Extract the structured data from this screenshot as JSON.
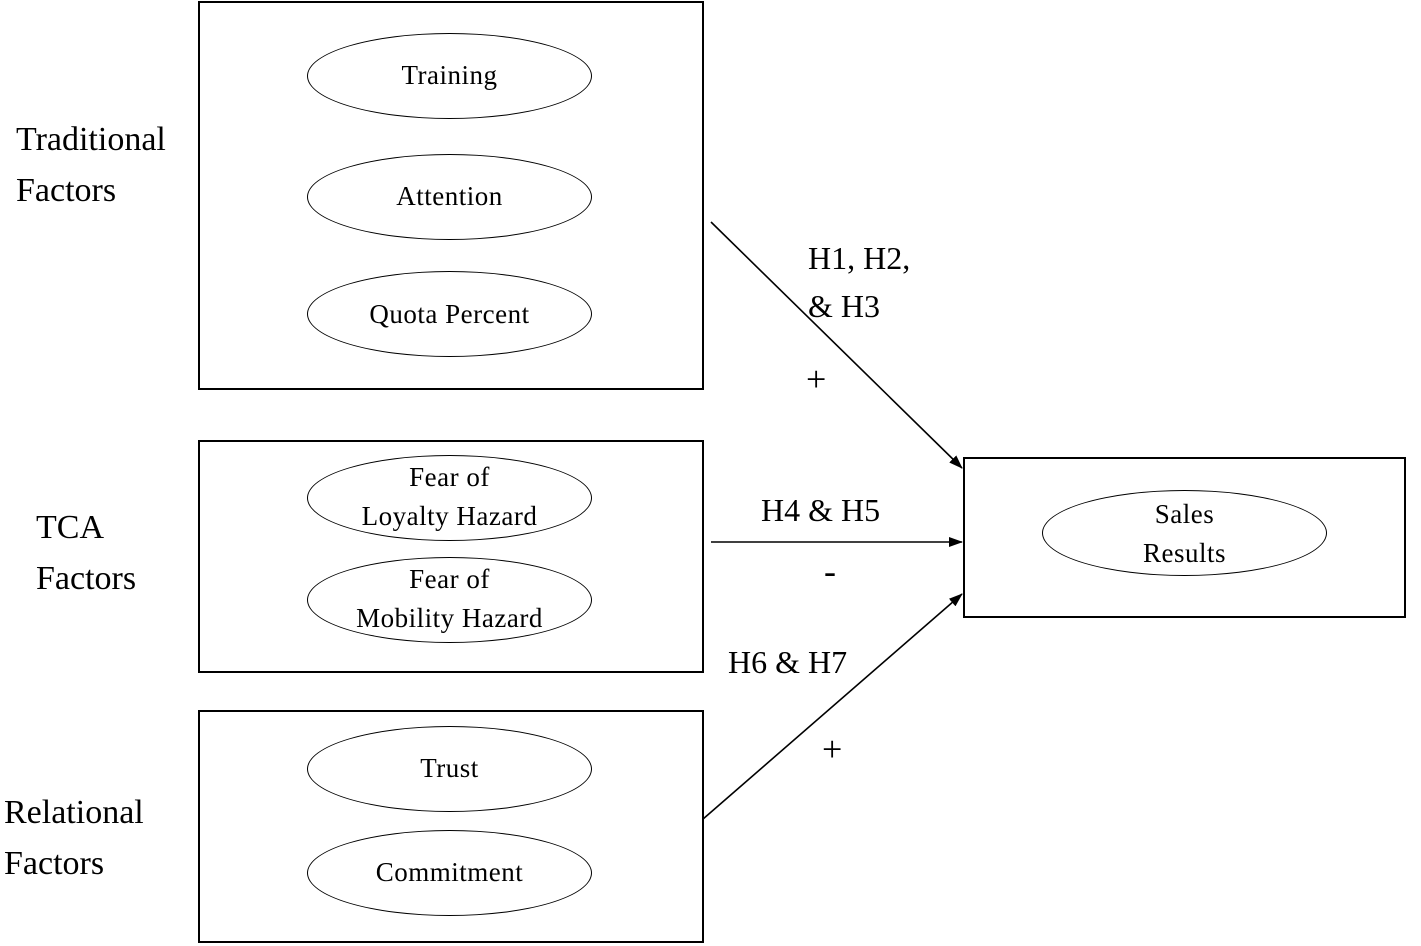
{
  "groups": {
    "traditional": {
      "label": "Traditional\nFactors",
      "factors": [
        "Training",
        "Attention",
        "Quota Percent"
      ]
    },
    "tca": {
      "label": "TCA\nFactors",
      "factors": [
        "Fear of\nLoyalty Hazard",
        "Fear of\nMobility Hazard"
      ]
    },
    "relational": {
      "label": "Relational\nFactors",
      "factors": [
        "Trust",
        "Commitment"
      ]
    }
  },
  "outcome": {
    "label": "Sales\nResults"
  },
  "paths": {
    "traditional": {
      "hypotheses": "H1, H2,\n& H3",
      "sign": "+"
    },
    "tca": {
      "hypotheses": "H4 & H5",
      "sign": "-"
    },
    "relational": {
      "hypotheses": "H6 & H7",
      "sign": "+"
    }
  }
}
